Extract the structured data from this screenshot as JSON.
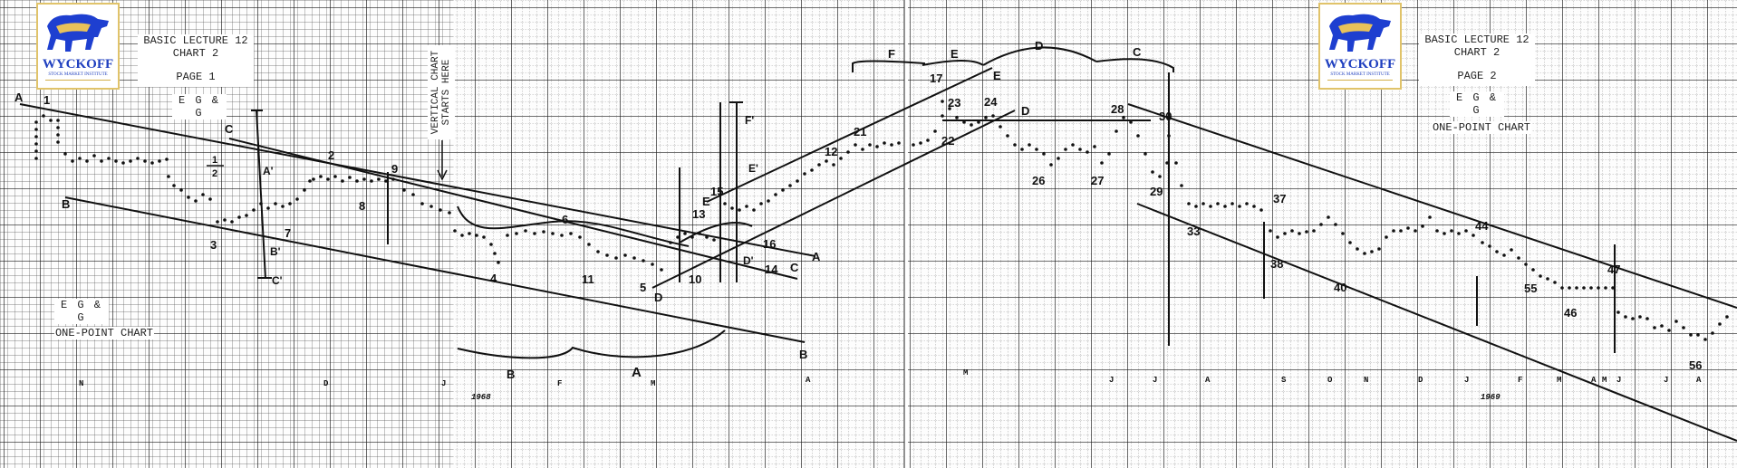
{
  "page1": {
    "logo": {
      "name": "WYCKOFF",
      "subtitle": "STOCK MARKET INSTITUTE"
    },
    "title_line1": "BASIC LECTURE 12",
    "title_line2": "CHART 2",
    "page": "PAGE 1",
    "ticker": "E G & G",
    "ticker_lower": "E G & G",
    "chart_type": "ONE-POINT CHART",
    "vertical_note_line1": "VERTICAL CHART",
    "vertical_note_line2": "STARTS HERE",
    "half_mark": "1/2"
  },
  "page2": {
    "logo": {
      "name": "WYCKOFF",
      "subtitle": "STOCK MARKET INSTITUTE"
    },
    "title_line1": "BASIC LECTURE 12",
    "title_line2": "CHART 2",
    "page": "PAGE 2",
    "ticker": "E G & G",
    "chart_type": "ONE-POINT CHART"
  },
  "chart_data": {
    "type": "point-and-figure",
    "title": "Basic Lecture 12 - Chart 2 - E G & G One-Point Chart",
    "security": "E G & G",
    "years": [
      "1968",
      "1969"
    ],
    "month_markers": [
      "N",
      "D",
      "J",
      "F",
      "M",
      "A",
      "M",
      "J",
      "J",
      "A",
      "S",
      "O",
      "N",
      "D",
      "J",
      "F",
      "M",
      "A",
      "M",
      "J",
      "J",
      "A"
    ],
    "numbered_points": [
      "1",
      "2",
      "3",
      "4",
      "5",
      "6",
      "7",
      "8",
      "9",
      "10",
      "11",
      "12",
      "13",
      "14",
      "15",
      "16",
      "17",
      "21",
      "22",
      "23",
      "24",
      "26",
      "27",
      "28",
      "29",
      "30",
      "33",
      "37",
      "38",
      "40",
      "44",
      "46",
      "47",
      "55",
      "56"
    ],
    "trendlines": [
      {
        "label": "A",
        "description": "Downtrend supply line from point 1"
      },
      {
        "label": "B",
        "description": "Downtrend demand line (parallel to A)"
      },
      {
        "label": "C",
        "description": "Secondary supply line"
      },
      {
        "label": "D",
        "description": "Uptrend demand line from point 5"
      },
      {
        "label": "E",
        "description": "Uptrend supply line from point 15"
      }
    ],
    "count_markers": [
      "A'",
      "B'",
      "C'",
      "D'",
      "E'",
      "F'"
    ],
    "phase_brackets_bottom": [
      "B",
      "A"
    ],
    "phase_brackets_top": [
      "F",
      "E",
      "D",
      "C"
    ],
    "grid": true
  },
  "labels": {
    "p1": "1",
    "p2": "2",
    "p3": "3",
    "p4": "4",
    "p5": "5",
    "p6": "6",
    "p7": "7",
    "p8": "8",
    "p9": "9",
    "p10": "10",
    "p11": "11",
    "p12": "12",
    "p13": "13",
    "p14": "14",
    "p15": "15",
    "p16": "16",
    "p17": "17",
    "p21": "21",
    "p22": "22",
    "p23": "23",
    "p24": "24",
    "p26": "26",
    "p27": "27",
    "p28": "28",
    "p29": "29",
    "p30": "30",
    "p33": "33",
    "p37": "37",
    "p38": "38",
    "p40": "40",
    "p44": "44",
    "p46": "46",
    "p47": "47",
    "p55": "55",
    "p56": "56",
    "A": "A",
    "B": "B",
    "C": "C",
    "D": "D",
    "E": "E",
    "F": "F",
    "Ap": "A'",
    "Bp": "B'",
    "Cp": "C'",
    "Dp": "D'",
    "Ep": "E'",
    "Fp": "F'",
    "y1968": "1968",
    "y1969": "1969",
    "months": {
      "m1": "N",
      "m2": "D",
      "m3": "J",
      "m4": "F",
      "m5": "M",
      "m6": "A",
      "m7": "M",
      "m8": "J",
      "m9": "J",
      "m10": "A",
      "m11": "S",
      "m12": "O",
      "m13": "N",
      "m14": "D",
      "m15": "J",
      "m16": "F",
      "m17": "M",
      "m18": "A",
      "m19": "M",
      "m20": "J",
      "m21": "J",
      "m22": "A"
    }
  }
}
